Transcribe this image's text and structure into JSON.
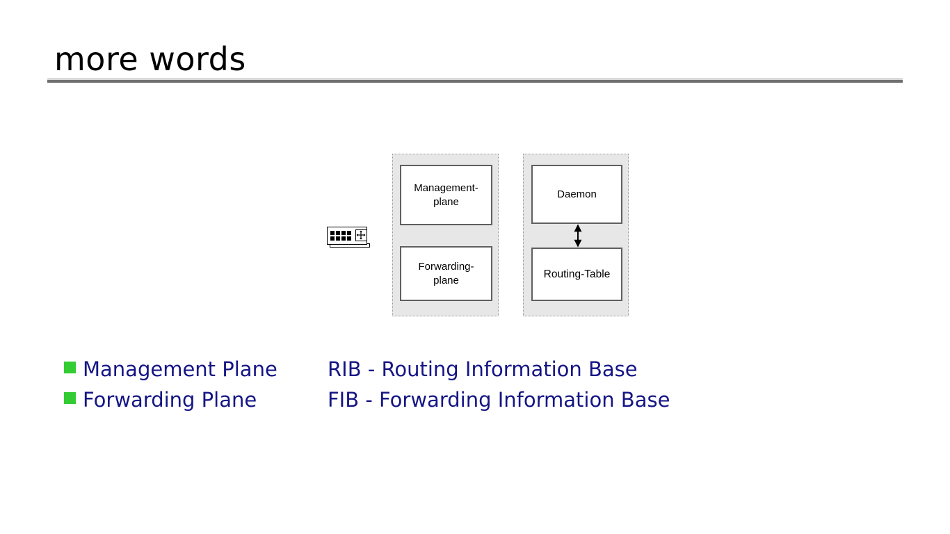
{
  "slide": {
    "title": "more words"
  },
  "diagram": {
    "device_icon": "router-switch-icon",
    "groups": [
      {
        "name": "planes-group",
        "boxes": [
          {
            "label": "Management-\nplane"
          },
          {
            "label": "Forwarding-\nplane"
          }
        ]
      },
      {
        "name": "software-group",
        "boxes": [
          {
            "label": "Daemon"
          },
          {
            "label": "Routing-Table"
          }
        ],
        "connector": "double-headed-arrow"
      }
    ]
  },
  "bullets": [
    {
      "marker": "green-square",
      "left": "Management Plane",
      "right": "RIB - Routing Information Base"
    },
    {
      "marker": "green-square",
      "left": "Forwarding Plane",
      "right": "FIB - Forwarding Information Base"
    }
  ],
  "colors": {
    "title_text": "#000000",
    "rule_dark": "#717171",
    "rule_light": "#d9d9d9",
    "bullet_marker": "#33cc33",
    "bullet_text": "#151585",
    "group_fill": "#e7e7e7",
    "group_border": "#9a9a9a",
    "box_border": "#5f5f5f",
    "box_fill": "#ffffff",
    "background": "#ffffff"
  }
}
